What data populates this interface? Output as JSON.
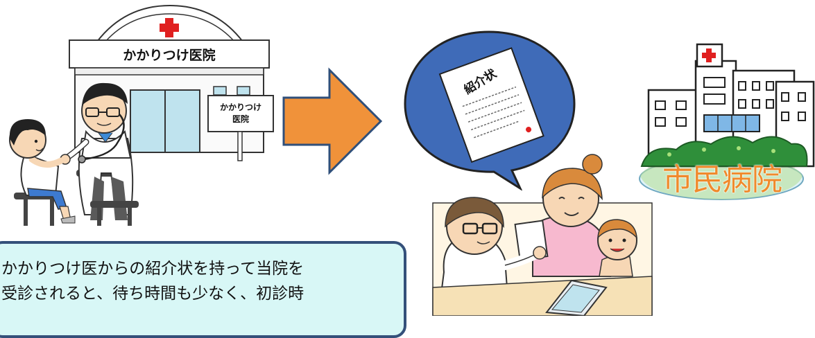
{
  "clinic": {
    "sign_label": "かかりつけ医院",
    "stand_sign_line1": "かかりつけ",
    "stand_sign_line2": "医院"
  },
  "referral_letter": {
    "title": "紹介状"
  },
  "hospital": {
    "label": "市民病院"
  },
  "info_box": {
    "line1": "かかりつけ医からの紹介状を持って当院を",
    "line2": "受診されると、待ち時間も少なく、初診時"
  },
  "colors": {
    "arrow": "#f0923a",
    "bubble": "#3f6bb8",
    "info_bg": "#d8f7f6",
    "info_border": "#34507a",
    "hospital_label": "#f08a2c",
    "red_cross": "#e02020"
  }
}
